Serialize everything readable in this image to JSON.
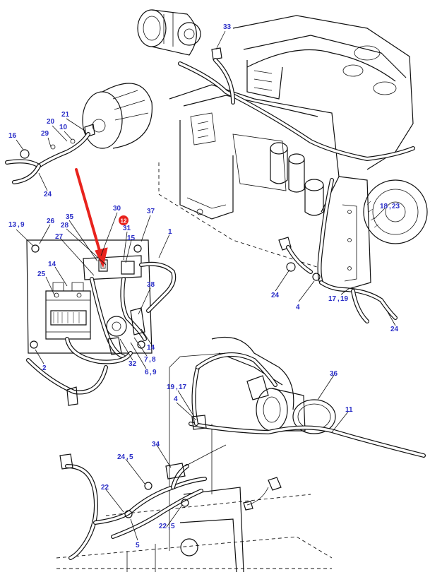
{
  "callouts": {
    "c33": "33",
    "c16": "16",
    "c20": "20",
    "c21": "21",
    "c29": "29",
    "c10": "10",
    "c24a": "24",
    "c24b": "24",
    "c24c": "24",
    "c30": "30",
    "c12": "12",
    "c37": "37",
    "c13": "13",
    "c9a": "9",
    "c26": "26",
    "c35": "35",
    "c28": "28",
    "c31": "31",
    "c27": "27",
    "c15": "15",
    "c1": "1",
    "c14a": "14",
    "c25": "25",
    "c38": "38",
    "c14b": "14",
    "c7": "7",
    "c8": "8",
    "c32": "32",
    "c6": "6",
    "c9b": "9",
    "c2": "2",
    "c18": "18",
    "c23": "23",
    "c4a": "4",
    "c17a": "17",
    "c19a": "19",
    "c36": "36",
    "c19b": "19",
    "c17b": "17",
    "c4b": "4",
    "c11": "11",
    "c34": "34",
    "c24d": "24",
    "c5a": "5",
    "c22a": "22",
    "c22b": "22",
    "c5b": "5",
    "c5c": "5"
  },
  "colors": {
    "callout_text": "#2a2ec7",
    "highlight_badge": "#e8231d",
    "arrow": "#e8231d",
    "line_art": "#111111"
  }
}
